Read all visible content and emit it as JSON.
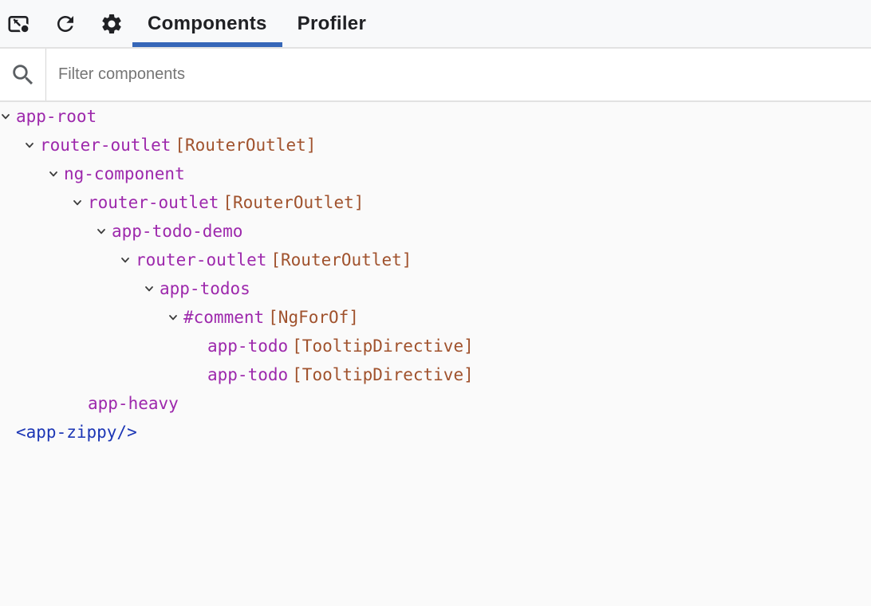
{
  "toolbar": {
    "icons": [
      {
        "name": "inspect-element-icon"
      },
      {
        "name": "refresh-icon"
      },
      {
        "name": "settings-icon"
      }
    ],
    "tabs": [
      {
        "label": "Components",
        "active": true
      },
      {
        "label": "Profiler",
        "active": false
      }
    ],
    "active_tab_color": "#3667b8"
  },
  "filter": {
    "icon": "search-icon",
    "placeholder": "Filter components"
  },
  "tree": {
    "colors": {
      "component_name": "#9d28ac",
      "directive": "#a0522d",
      "element": "#1c36b5",
      "chevron": "#3c3c3c"
    },
    "nodes": [
      {
        "depth": 0,
        "expanded": true,
        "kind": "component",
        "name": "app-root",
        "directives": null
      },
      {
        "depth": 1,
        "expanded": true,
        "kind": "component",
        "name": "router-outlet",
        "directives": "[RouterOutlet]"
      },
      {
        "depth": 2,
        "expanded": true,
        "kind": "component",
        "name": "ng-component",
        "directives": null
      },
      {
        "depth": 3,
        "expanded": true,
        "kind": "component",
        "name": "router-outlet",
        "directives": "[RouterOutlet]"
      },
      {
        "depth": 4,
        "expanded": true,
        "kind": "component",
        "name": "app-todo-demo",
        "directives": null
      },
      {
        "depth": 5,
        "expanded": true,
        "kind": "component",
        "name": "router-outlet",
        "directives": "[RouterOutlet]"
      },
      {
        "depth": 6,
        "expanded": true,
        "kind": "component",
        "name": "app-todos",
        "directives": null
      },
      {
        "depth": 7,
        "expanded": true,
        "kind": "component",
        "name": "#comment",
        "directives": "[NgForOf]"
      },
      {
        "depth": 8,
        "expanded": false,
        "kind": "component",
        "name": "app-todo",
        "directives": "[TooltipDirective]"
      },
      {
        "depth": 8,
        "expanded": false,
        "kind": "component",
        "name": "app-todo",
        "directives": "[TooltipDirective]"
      },
      {
        "depth": 3,
        "expanded": false,
        "kind": "component",
        "name": "app-heavy",
        "directives": null
      },
      {
        "depth": 0,
        "expanded": false,
        "kind": "element",
        "name": "<app-zippy/>",
        "directives": null
      }
    ]
  }
}
